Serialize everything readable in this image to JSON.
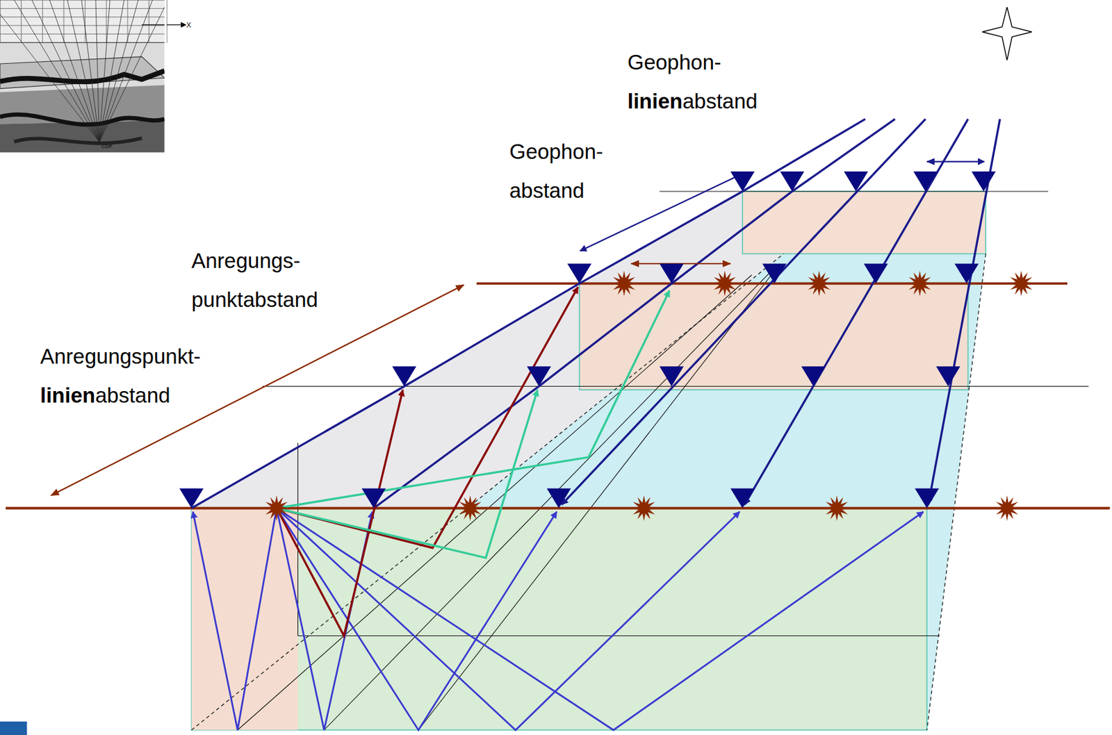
{
  "diagram": {
    "labels": [
      "X",
      "CDP",
      "Geophon- linienabstand",
      "Geophon- abstand",
      "Anregungs- punktabstand",
      "Anregungspunkt- linienabstand"
    ]
  }
}
